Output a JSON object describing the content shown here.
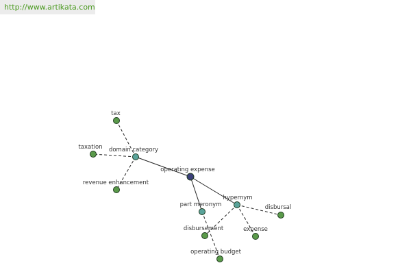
{
  "header": {
    "url": "http://www.artikata.com"
  },
  "colors": {
    "center_node": "#3b3f7a",
    "relation_node": "#5aa39a",
    "leaf_node": "#5a9a4a",
    "url_text": "#4a9a1f"
  },
  "graph": {
    "nodes": [
      {
        "id": "operating-expense",
        "label": "operating expense",
        "kind": "center"
      },
      {
        "id": "domain-category",
        "label": "domain category",
        "kind": "relation"
      },
      {
        "id": "part-meronym",
        "label": "part meronym",
        "kind": "relation"
      },
      {
        "id": "hypernym",
        "label": "hypernym",
        "kind": "relation"
      },
      {
        "id": "tax",
        "label": "tax",
        "kind": "leaf"
      },
      {
        "id": "taxation",
        "label": "taxation",
        "kind": "leaf"
      },
      {
        "id": "revenue-enhancement",
        "label": "revenue enhancement",
        "kind": "leaf"
      },
      {
        "id": "disbursal",
        "label": "disbursal",
        "kind": "leaf"
      },
      {
        "id": "disbursement",
        "label": "disbursement",
        "kind": "leaf"
      },
      {
        "id": "expense",
        "label": "expense",
        "kind": "leaf"
      },
      {
        "id": "operating-budget",
        "label": "operating budget",
        "kind": "leaf"
      }
    ],
    "edges": [
      {
        "from": "operating-expense",
        "to": "domain-category",
        "style": "solid"
      },
      {
        "from": "operating-expense",
        "to": "part-meronym",
        "style": "solid"
      },
      {
        "from": "operating-expense",
        "to": "hypernym",
        "style": "solid"
      },
      {
        "from": "domain-category",
        "to": "tax",
        "style": "dashed"
      },
      {
        "from": "domain-category",
        "to": "taxation",
        "style": "dashed"
      },
      {
        "from": "domain-category",
        "to": "revenue-enhancement",
        "style": "dashed"
      },
      {
        "from": "hypernym",
        "to": "disbursal",
        "style": "dashed"
      },
      {
        "from": "hypernym",
        "to": "disbursement",
        "style": "dashed"
      },
      {
        "from": "hypernym",
        "to": "expense",
        "style": "dashed"
      },
      {
        "from": "part-meronym",
        "to": "operating-budget",
        "style": "dashed"
      }
    ]
  }
}
